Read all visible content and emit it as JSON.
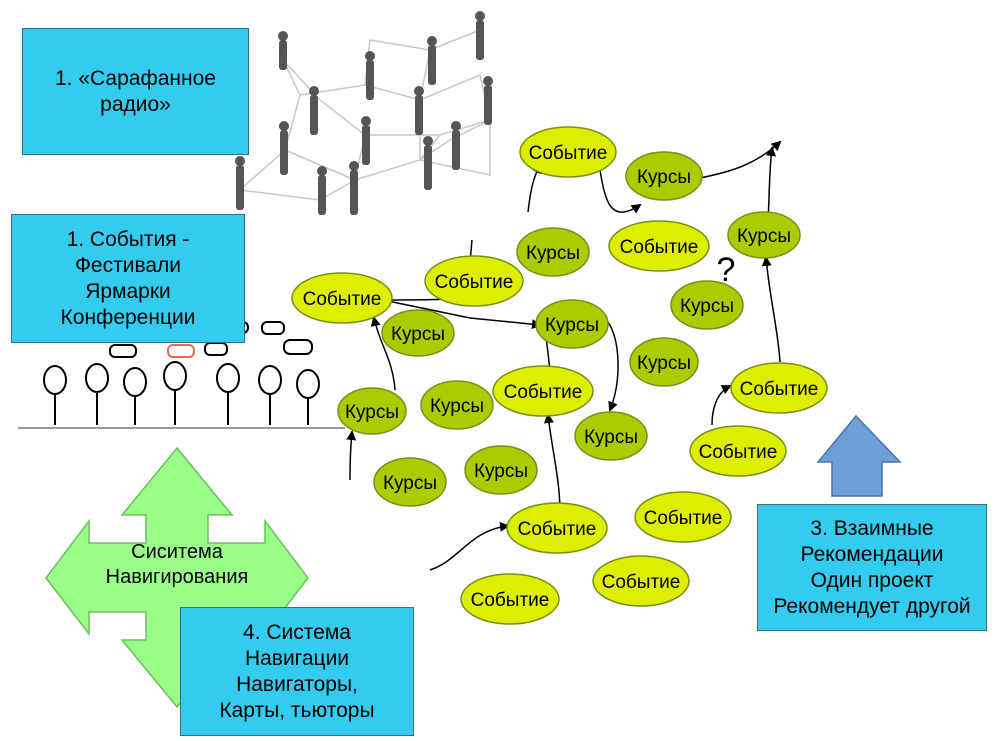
{
  "boxes": {
    "word_of_mouth": {
      "lines": [
        "1. «Сарафанное",
        "радио»"
      ]
    },
    "events": {
      "lines": [
        "1. События -",
        "Фестивали",
        "Ярмарки",
        "Конференции"
      ]
    },
    "navigation_system": {
      "lines": [
        "4. Система",
        "Навигации",
        "Навигаторы,",
        "Карты, тьюторы"
      ]
    },
    "recommendations": {
      "lines": [
        "3. Взаимные",
        "Рекомендации",
        "Один проект",
        "Рекомендует другой"
      ]
    }
  },
  "navigation_arrow": {
    "lines": [
      "Сиситема",
      "Навигирования"
    ]
  },
  "question_mark": "?",
  "nodes": [
    {
      "label": "Событие",
      "kind": "event"
    },
    {
      "label": "Курсы",
      "kind": "course"
    },
    {
      "label": "Событие",
      "kind": "event"
    },
    {
      "label": "Курсы",
      "kind": "course"
    },
    {
      "label": "Курсы",
      "kind": "course"
    },
    {
      "label": "Событие",
      "kind": "event"
    },
    {
      "label": "Курсы",
      "kind": "course"
    },
    {
      "label": "Событие",
      "kind": "event"
    },
    {
      "label": "Курсы",
      "kind": "course"
    },
    {
      "label": "Курсы",
      "kind": "course"
    },
    {
      "label": "Курсы",
      "kind": "course"
    },
    {
      "label": "Событие",
      "kind": "event"
    },
    {
      "label": "Курсы",
      "kind": "course"
    },
    {
      "label": "Курсы",
      "kind": "course"
    },
    {
      "label": "Курсы",
      "kind": "course"
    },
    {
      "label": "Курсы",
      "kind": "course"
    },
    {
      "label": "Курсы",
      "kind": "course"
    },
    {
      "label": "Событие",
      "kind": "event"
    },
    {
      "label": "Событие",
      "kind": "event"
    },
    {
      "label": "Событие",
      "kind": "event"
    },
    {
      "label": "Событие",
      "kind": "event"
    },
    {
      "label": "Событие",
      "kind": "event"
    },
    {
      "label": "Событие",
      "kind": "event"
    }
  ],
  "colors": {
    "box_fill": "#33ccee",
    "event_fill": "#ddee00",
    "course_fill": "#aacc00",
    "nav_arrow_fill": "#99ff88",
    "rec_arrow_fill": "#6f9fd8"
  }
}
